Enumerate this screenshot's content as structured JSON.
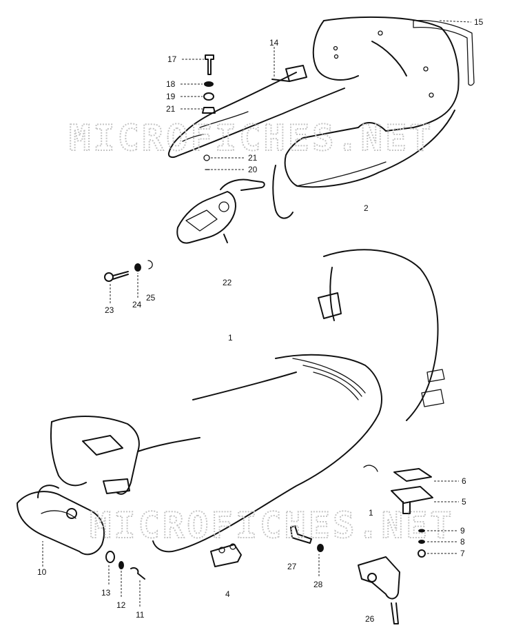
{
  "watermarks": [
    "MICROFICHES.NET",
    "MICROFICHES.NET"
  ],
  "part_labels": [
    "15",
    "14",
    "17",
    "18",
    "19",
    "21",
    "21",
    "20",
    "2",
    "22",
    "23",
    "24",
    "25",
    "1",
    "6",
    "5",
    "9",
    "8",
    "7",
    "10",
    "27",
    "28",
    "13",
    "12",
    "11",
    "4",
    "26",
    "1"
  ]
}
